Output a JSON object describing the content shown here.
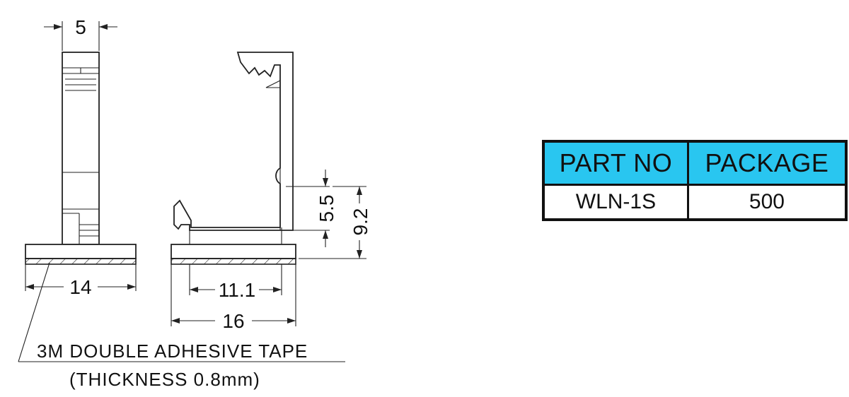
{
  "dimensions": {
    "side_width": "5",
    "base_width_side": "14",
    "inner_width": "11.1",
    "overall_width": "16",
    "slot_height": "5.5",
    "overall_height": "9.2"
  },
  "note": {
    "line1": "3M DOUBLE ADHESIVE TAPE",
    "line2": "(THICKNESS 0.8mm)"
  },
  "table": {
    "headers": [
      "PART NO",
      "PACKAGE"
    ],
    "rows": [
      [
        "WLN-1S",
        "500"
      ]
    ]
  },
  "colors": {
    "header_fill": "#29c6f0",
    "line": "#222222"
  }
}
